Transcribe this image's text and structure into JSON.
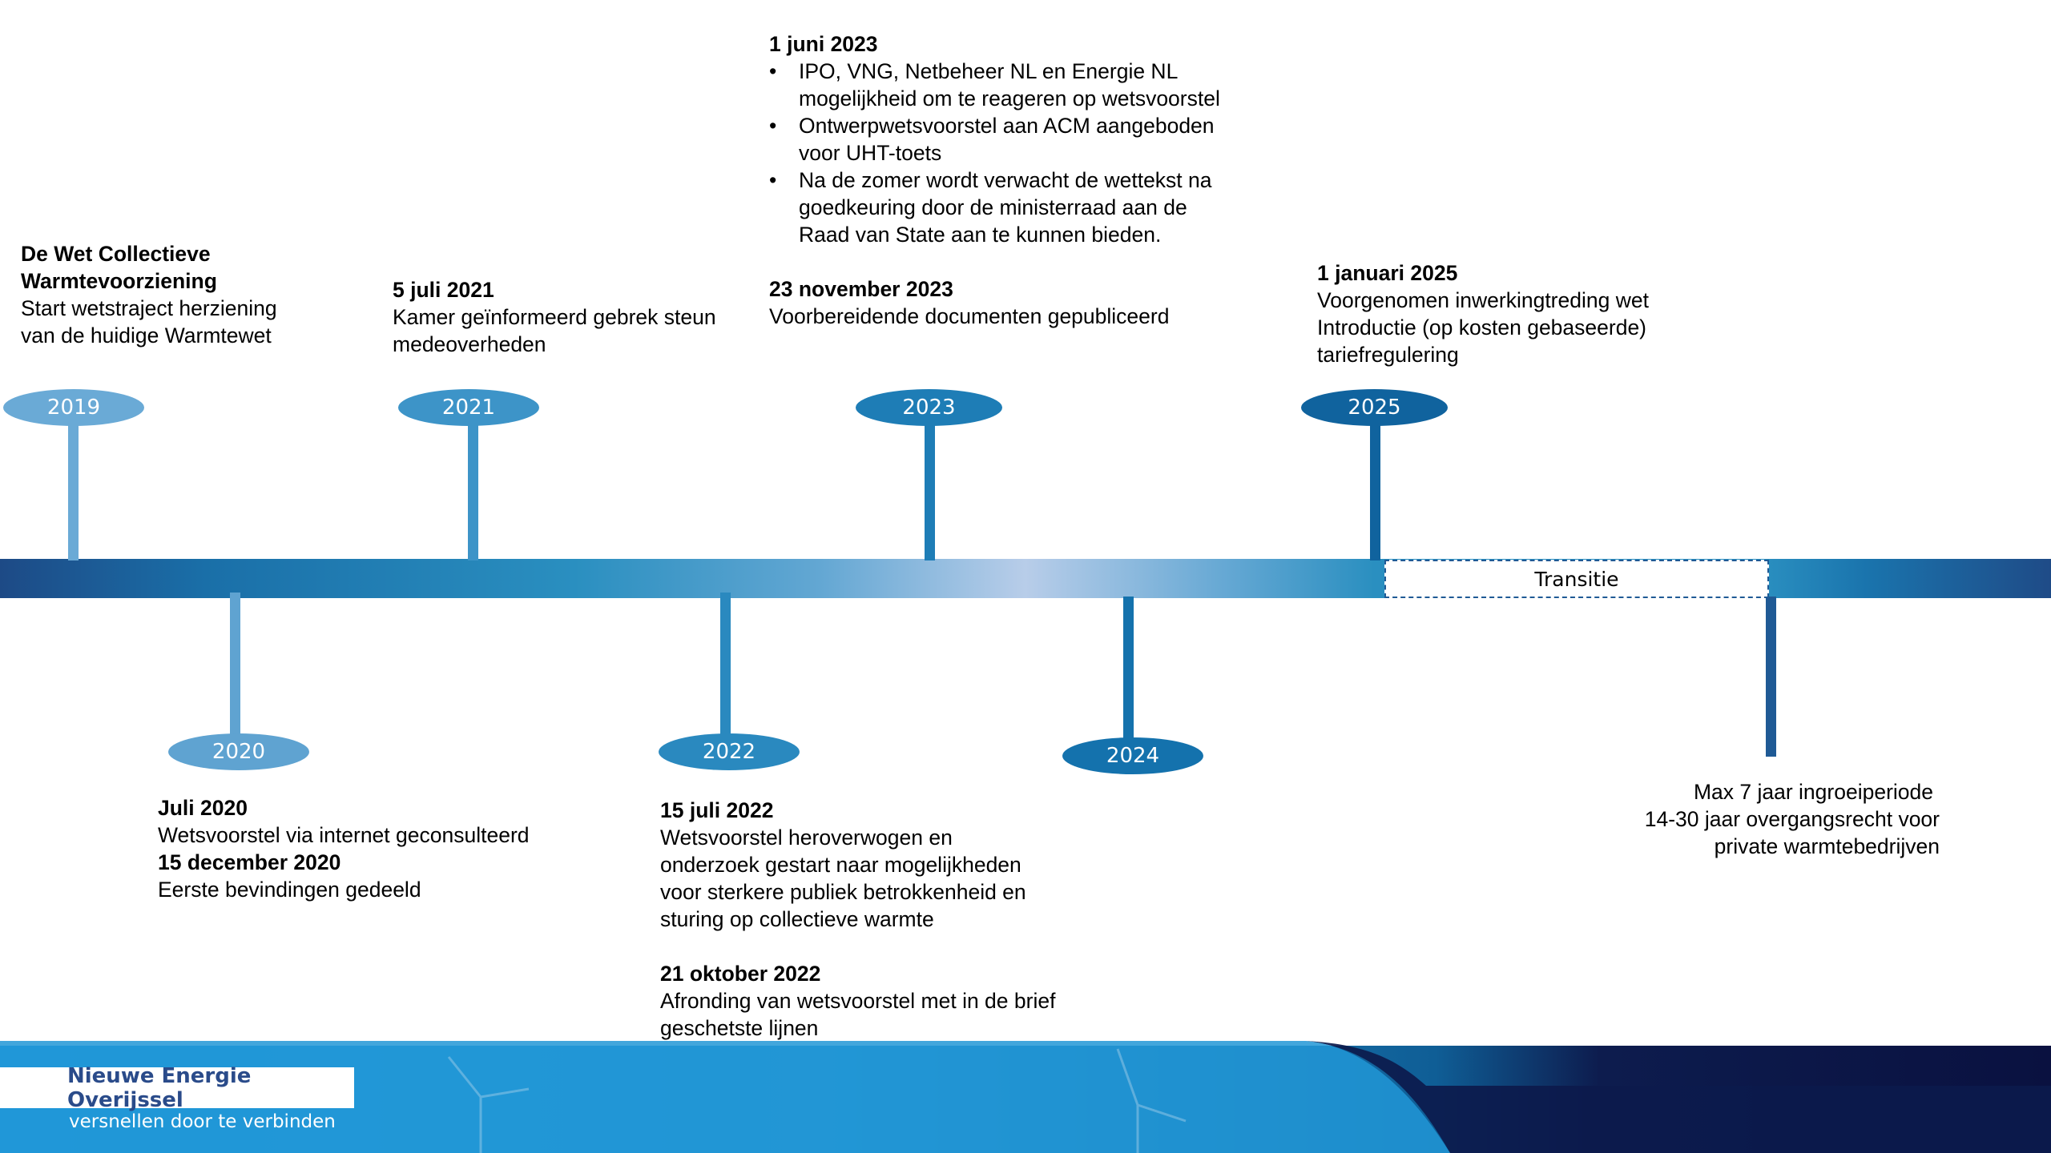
{
  "timeline": {
    "years": [
      {
        "label": "2019",
        "color": "#6aaad6"
      },
      {
        "label": "2020",
        "color": "#5fa3d1"
      },
      {
        "label": "2021",
        "color": "#3d94c8"
      },
      {
        "label": "2022",
        "color": "#2a89bf"
      },
      {
        "label": "2023",
        "color": "#1e7db6"
      },
      {
        "label": "2024",
        "color": "#1472ad"
      },
      {
        "label": "2025",
        "color": "#10639e"
      }
    ],
    "transition_label": "Transitie"
  },
  "events": {
    "y2019": {
      "title_line1": "De Wet Collectieve",
      "title_line2": "Warmtevoorziening",
      "text_line1": "Start wetstraject herziening",
      "text_line2": "van de huidige Warmtewet"
    },
    "y2020": {
      "date1": "Juli 2020",
      "text1": "Wetsvoorstel via internet geconsulteerd",
      "date2": "15 december 2020",
      "text2": "Eerste bevindingen gedeeld"
    },
    "y2021": {
      "date": "5 juli 2021",
      "text_line1": "Kamer geïnformeerd gebrek steun",
      "text_line2": "medeoverheden"
    },
    "y2022": {
      "date1": "15 juli 2022",
      "text1_line1": "Wetsvoorstel heroverwogen en",
      "text1_line2": "onderzoek gestart naar mogelijkheden",
      "text1_line3": "voor sterkere publiek betrokkenheid en",
      "text1_line4": "sturing op collectieve warmte",
      "date2": "21 oktober 2022",
      "text2_line1": "Afronding van wetsvoorstel met in de brief",
      "text2_line2": "geschetste lijnen"
    },
    "y2023": {
      "date1": "1 juni 2023",
      "bullets": [
        {
          "line1": "IPO, VNG, Netbeheer NL en Energie NL",
          "line2": "mogelijkheid om te reageren op wetsvoorstel"
        },
        {
          "line1": "Ontwerpwetsvoorstel aan ACM aangeboden",
          "line2": "voor UHT-toets"
        },
        {
          "line1": "Na de zomer wordt verwacht de wettekst na",
          "line2": "goedkeuring door de ministerraad aan de",
          "line3": "Raad van State aan te kunnen bieden."
        }
      ],
      "date2": "23 november 2023",
      "text2": "Voorbereidende documenten gepubliceerd"
    },
    "y2025": {
      "date": "1 januari 2025",
      "text_line1": "Voorgenomen inwerkingtreding wet",
      "text_line2": "Introductie (op kosten gebaseerde)",
      "text_line3": "tariefregulering"
    },
    "end": {
      "line1": "Max 7 jaar ingroeiperiode",
      "line2": "14-30 jaar overgangsrecht voor",
      "line3": "private warmtebedrijven"
    }
  },
  "footer": {
    "brand": "Nieuwe Energie Overijssel",
    "tagline": "versnellen door te verbinden"
  }
}
